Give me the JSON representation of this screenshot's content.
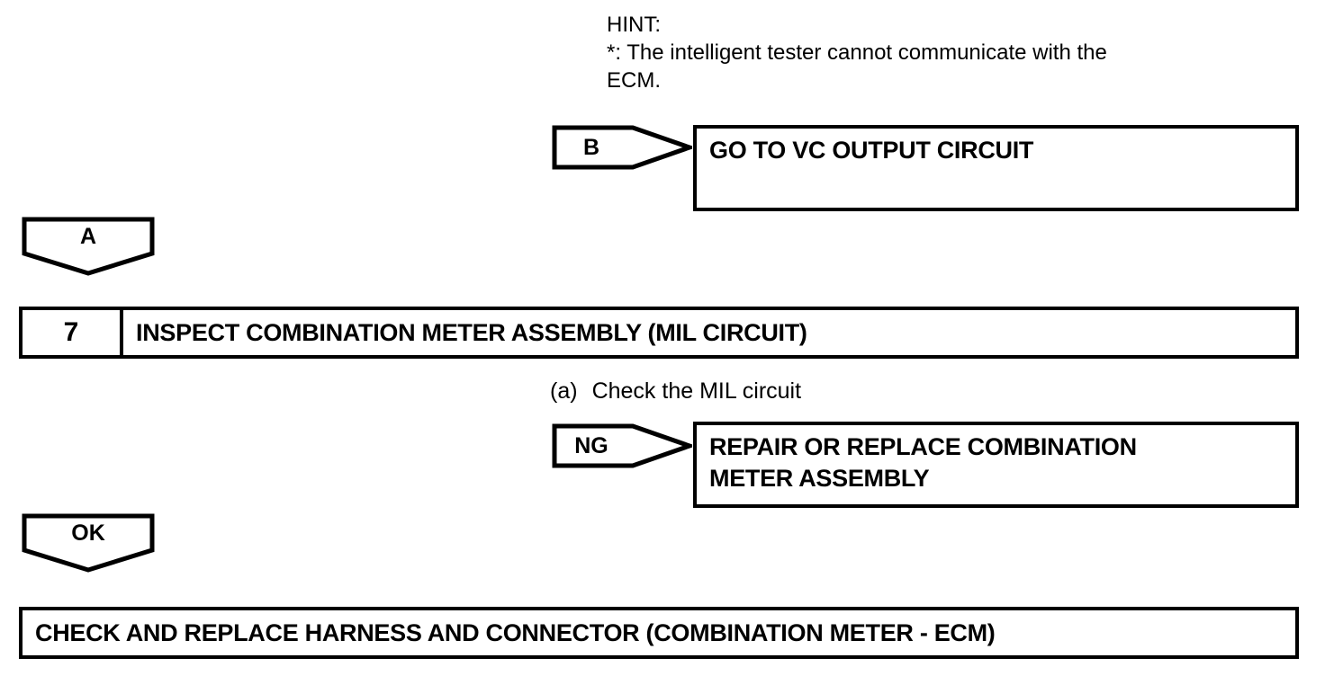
{
  "hint": {
    "title": "HINT:",
    "line1": "*: The intelligent tester cannot communicate with the",
    "line2": "ECM."
  },
  "branch_b": {
    "tag": "B",
    "result": "GO TO VC OUTPUT CIRCUIT"
  },
  "connector_a": {
    "tag": "A"
  },
  "step7": {
    "number": "7",
    "title": "INSPECT COMBINATION METER ASSEMBLY (MIL CIRCUIT)",
    "substep": {
      "marker": "(a)",
      "text": "Check the MIL circuit"
    },
    "ng_branch": {
      "tag": "NG",
      "result_line1": "REPAIR OR REPLACE COMBINATION",
      "result_line2": "METER ASSEMBLY"
    },
    "ok_branch": {
      "tag": "OK"
    }
  },
  "final_action": {
    "text": "CHECK AND REPLACE HARNESS AND CONNECTOR (COMBINATION METER - ECM)"
  },
  "colors": {
    "ink": "#000000",
    "paper": "#ffffff"
  }
}
